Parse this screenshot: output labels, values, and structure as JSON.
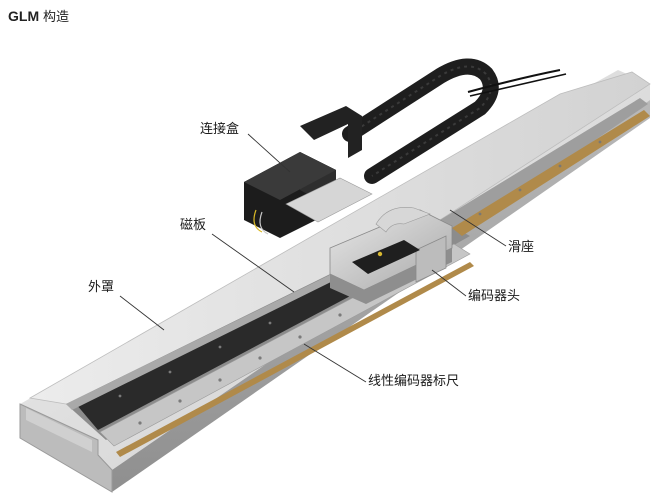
{
  "title": {
    "prefix": "GLM",
    "suffix": "构造"
  },
  "labels": {
    "junction_box": "连接盒",
    "magnet_plate": "磁板",
    "outer_cover": "外罩",
    "slider": "滑座",
    "encoder_head": "编码器头",
    "linear_encoder_scale": "线性编码器标尺"
  },
  "colors": {
    "background": "#ffffff",
    "housing": "#dcdcdc",
    "magnet_plate": "#2a2a2a",
    "cable_chain": "#1e1e1e",
    "encoder_scale": "#b08a4a",
    "leader_line": "#333333"
  }
}
